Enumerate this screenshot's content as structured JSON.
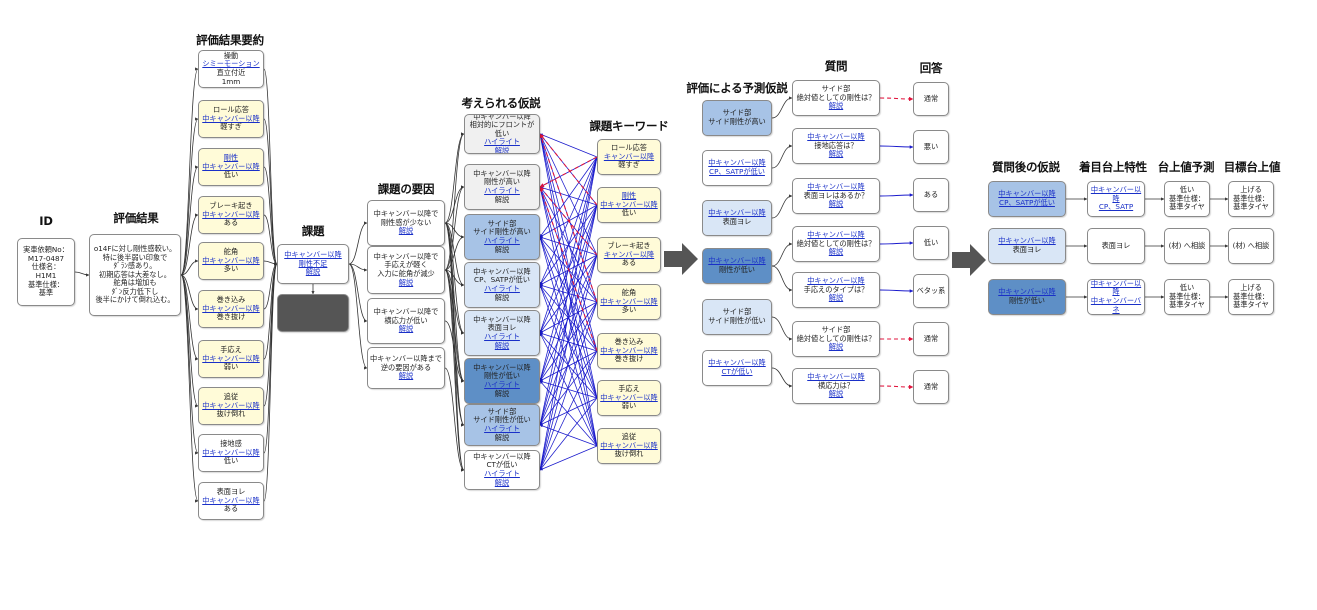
{
  "colors": {
    "node_white": "#ffffff",
    "node_yellow": "#fffbd8",
    "node_grey": "#f0f0f0",
    "node_light_blue": "#d9e6f6",
    "node_mid_blue": "#a7c3e6",
    "node_dark_blue": "#5e8fc6",
    "node_dark_grey": "#555555",
    "edge_blue": "#1a1acc",
    "edge_red_dashed": "#e0143c",
    "edge_dark": "#333333",
    "link_text": "#1a30c8",
    "big_arrow": "#555555"
  },
  "headers": {
    "id": "ID",
    "eval_result": "評価結果",
    "eval_summary": "評価結果要約",
    "task": "課題",
    "task_cause": "課題の要因",
    "hypotheses": "考えられる仮説",
    "keywords": "課題キーワード",
    "predicted": "評価による予測仮説",
    "question": "質問",
    "answer": "回答",
    "post_hypo": "質問後の仮説",
    "focus": "着目台上特性",
    "pred": "台上値予測",
    "target": "目標台上値"
  },
  "nodes": {
    "id": {
      "lines": [
        "実車依頼No：",
        "M17-0487",
        "仕様名：",
        "H1M1",
        "基準仕様：",
        "基準"
      ],
      "links": []
    },
    "result": {
      "lines": [
        "o14Fに対し剛性感較い。",
        "特に後半弱い印象で",
        "ﾀﾞﾗﾝ感あり。",
        "初期応答は大差なし。",
        "舵角は増加も",
        "ﾀﾞﾝ反力低下し",
        "後半にかけて倒れ込む。"
      ],
      "links": []
    },
    "sum1": {
      "lines": [
        "操動",
        "シミーモーション",
        "直立付近",
        "1mm"
      ],
      "links": [
        1
      ]
    },
    "sum2": {
      "lines": [
        "ロール応答",
        "中キャンバー以降",
        "軽すぎ"
      ],
      "links": [
        1
      ]
    },
    "sum3": {
      "lines": [
        "剛性",
        "中キャンバー以降",
        "低い"
      ],
      "links": [
        0,
        1
      ]
    },
    "sum4": {
      "lines": [
        "ブレーキ起き",
        "中キャンバー以降",
        "ある"
      ],
      "links": [
        1
      ]
    },
    "sum5": {
      "lines": [
        "舵角",
        "中キャンバー以降",
        "多い"
      ],
      "links": [
        1
      ]
    },
    "sum6": {
      "lines": [
        "巻き込み",
        "中キャンバー以降",
        "巻き抜け"
      ],
      "links": [
        1
      ]
    },
    "sum7": {
      "lines": [
        "手応え",
        "中キャンバー以降",
        "弱い"
      ],
      "links": [
        1
      ]
    },
    "sum8": {
      "lines": [
        "追従",
        "中キャンバー以降",
        "抜け倒れ"
      ],
      "links": [
        1
      ]
    },
    "sum9": {
      "lines": [
        "接地感",
        "中キャンバー以降",
        "低い"
      ],
      "links": [
        1
      ]
    },
    "sum10": {
      "lines": [
        "表面ヨレ",
        "中キャンバー以降",
        "ある"
      ],
      "links": [
        1
      ]
    },
    "task": {
      "lines": [
        "中キャンバー以降",
        "剛性不足",
        "解説"
      ],
      "links": [
        0,
        1,
        2
      ]
    },
    "task2": {
      "lines": [],
      "links": []
    },
    "cause1": {
      "lines": [
        "中キャンバー以降で",
        "剛性感が少ない",
        "解説"
      ],
      "links": [
        2
      ]
    },
    "cause2": {
      "lines": [
        "中キャンバー以降で",
        "手応えが軽く",
        "入力に舵角が減少",
        "解説"
      ],
      "links": [
        3
      ]
    },
    "cause3": {
      "lines": [
        "中キャンバー以降で",
        "横応力が低い",
        "解説"
      ],
      "links": [
        2
      ]
    },
    "cause4": {
      "lines": [
        "中キャンバー以降まで",
        "逆の要因がある",
        "解説"
      ],
      "links": [
        2
      ]
    },
    "hyp1": {
      "lines": [
        "中キャンバー以降",
        "相対的にフロントが低い",
        "ハイライト",
        "解説"
      ],
      "links": [
        2,
        3
      ]
    },
    "hyp2": {
      "lines": [
        "中キャンバー以降",
        "剛性が高い",
        "ハイライト",
        "解説"
      ],
      "links": [
        2
      ]
    },
    "hyp3": {
      "lines": [
        "サイド部",
        "サイド剛性が高い",
        "ハイライト",
        "解説"
      ],
      "links": [
        2
      ]
    },
    "hyp4": {
      "lines": [
        "中キャンバー以降",
        "CP、SATPが低い",
        "ハイライト",
        "解説"
      ],
      "links": [
        2
      ]
    },
    "hyp5": {
      "lines": [
        "中キャンバー以降",
        "表面ヨレ",
        "ハイライト",
        "解説"
      ],
      "links": [
        2,
        3
      ]
    },
    "hyp6": {
      "lines": [
        "中キャンバー以降",
        "剛性が低い",
        "ハイライト",
        "解説"
      ],
      "links": [
        2
      ]
    },
    "hyp7": {
      "lines": [
        "サイド部",
        "サイド剛性が低い",
        "ハイライト",
        "解説"
      ],
      "links": [
        2
      ]
    },
    "hyp8": {
      "lines": [
        "中キャンバー以降",
        "CTが低い",
        "ハイライト",
        "解説"
      ],
      "links": [
        2,
        3
      ]
    },
    "kw1": {
      "lines": [
        "ロール応答",
        "キャンバー以降",
        "軽すぎ"
      ],
      "links": [
        1
      ]
    },
    "kw2": {
      "lines": [
        "剛性",
        "中キャンバー以降",
        "低い"
      ],
      "links": [
        0,
        1
      ]
    },
    "kw3": {
      "lines": [
        "ブレーキ起き",
        "キャンバー以降",
        "ある"
      ],
      "links": [
        1
      ]
    },
    "kw4": {
      "lines": [
        "舵角",
        "中キャンバー以降",
        "多い"
      ],
      "links": [
        1
      ]
    },
    "kw5": {
      "lines": [
        "巻き込み",
        "中キャンバー以降",
        "巻き抜け"
      ],
      "links": [
        1
      ]
    },
    "kw6": {
      "lines": [
        "手応え",
        "中キャンバー以降",
        "弱い"
      ],
      "links": [
        1
      ]
    },
    "kw7": {
      "lines": [
        "追従",
        "中キャンバー以降",
        "抜け倒れ"
      ],
      "links": [
        1
      ]
    },
    "pr1": {
      "lines": [
        "サイド部",
        "サイド剛性が高い"
      ],
      "links": []
    },
    "pr2": {
      "lines": [
        "中キャンバー以降",
        "CP、SATPが低い"
      ],
      "links": [
        0,
        1
      ]
    },
    "pr3": {
      "lines": [
        "中キャンバー以降",
        "表面ヨレ"
      ],
      "links": [
        0
      ]
    },
    "pr4": {
      "lines": [
        "中キャンバー以降",
        "剛性が低い"
      ],
      "links": [
        0
      ]
    },
    "pr5": {
      "lines": [
        "サイド部",
        "サイド剛性が低い"
      ],
      "links": []
    },
    "pr6": {
      "lines": [
        "中キャンバー以降",
        "CTが低い"
      ],
      "links": [
        0,
        1
      ]
    },
    "q1": {
      "lines": [
        "サイド部",
        "絶対値としての剛性は？",
        "解説"
      ],
      "links": [
        2
      ]
    },
    "q2": {
      "lines": [
        "中キャンバー以降",
        "接地応答は？",
        "解説"
      ],
      "links": [
        0,
        2
      ]
    },
    "q3": {
      "lines": [
        "中キャンバー以降",
        "表面ヨレはあるか？",
        "解説"
      ],
      "links": [
        0,
        2
      ]
    },
    "q4": {
      "lines": [
        "中キャンバー以降",
        "絶対値としての剛性は？",
        "解説"
      ],
      "links": [
        0,
        2
      ]
    },
    "q5": {
      "lines": [
        "中キャンバー以降",
        "手応えのタイプは？",
        "解説"
      ],
      "links": [
        0,
        2
      ]
    },
    "q6": {
      "lines": [
        "サイド部",
        "絶対値としての剛性は？",
        "解説"
      ],
      "links": [
        2
      ]
    },
    "q7": {
      "lines": [
        "中キャンバー以降",
        "横応力は？",
        "解説"
      ],
      "links": [
        0,
        2
      ]
    },
    "a1": {
      "lines": [
        "通常"
      ],
      "links": []
    },
    "a2": {
      "lines": [
        "悪い"
      ],
      "links": []
    },
    "a3": {
      "lines": [
        "ある"
      ],
      "links": []
    },
    "a4": {
      "lines": [
        "低い"
      ],
      "links": []
    },
    "a5": {
      "lines": [
        "ベタッ系"
      ],
      "links": []
    },
    "a6": {
      "lines": [
        "通常"
      ],
      "links": []
    },
    "a7": {
      "lines": [
        "通常"
      ],
      "links": []
    },
    "ph1": {
      "lines": [
        "中キャンバー以降",
        "CP、SATPが低い"
      ],
      "links": [
        0,
        1
      ]
    },
    "ph2": {
      "lines": [
        "中キャンバー以降",
        "表面ヨレ"
      ],
      "links": [
        0
      ]
    },
    "ph3": {
      "lines": [
        "中キャンバー以降",
        "剛性が低い"
      ],
      "links": [
        0
      ]
    },
    "fc1": {
      "lines": [
        "中キャンバー以降",
        "CP、SATP"
      ],
      "links": [
        0,
        1
      ]
    },
    "fc2": {
      "lines": [
        "表面ヨレ"
      ],
      "links": []
    },
    "fc3": {
      "lines": [
        "中キャンバー以降",
        "中キャンバーバネ"
      ],
      "links": [
        0,
        1
      ]
    },
    "pd1": {
      "lines": [
        "低い",
        "基準仕様：",
        "基準タイヤ"
      ],
      "links": []
    },
    "pd2": {
      "lines": [
        "(材) へ相談"
      ],
      "links": []
    },
    "pd3": {
      "lines": [
        "低い",
        "基準仕様：",
        "基準タイヤ"
      ],
      "links": []
    },
    "tg1": {
      "lines": [
        "上げる",
        "基準仕様：",
        "基準タイヤ"
      ],
      "links": []
    },
    "tg2": {
      "lines": [
        "(材) へ相談"
      ],
      "links": []
    },
    "tg3": {
      "lines": [
        "上げる",
        "基準仕様：",
        "基準タイヤ"
      ],
      "links": []
    }
  }
}
